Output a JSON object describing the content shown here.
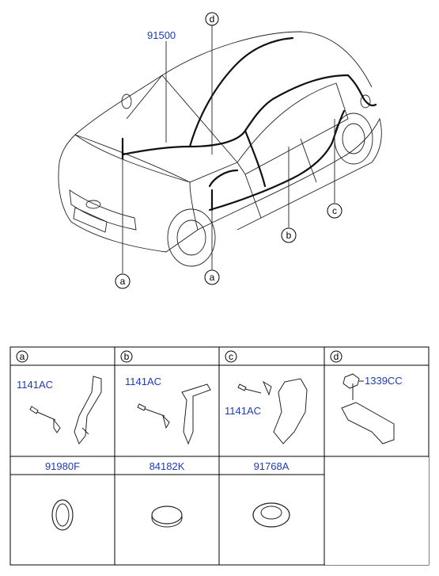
{
  "main_part_label": "91500",
  "car_callouts": [
    "a",
    "a",
    "b",
    "c",
    "d"
  ],
  "table": {
    "row1": [
      {
        "letter": "a",
        "labels": [
          "1141AC"
        ]
      },
      {
        "letter": "b",
        "labels": [
          "1141AC"
        ]
      },
      {
        "letter": "c",
        "labels": [
          "1141AC"
        ]
      },
      {
        "letter": "d",
        "labels": [
          "1339CC"
        ]
      }
    ],
    "row2": [
      {
        "label": "91980F"
      },
      {
        "label": "84182K"
      },
      {
        "label": "91768A"
      }
    ]
  }
}
